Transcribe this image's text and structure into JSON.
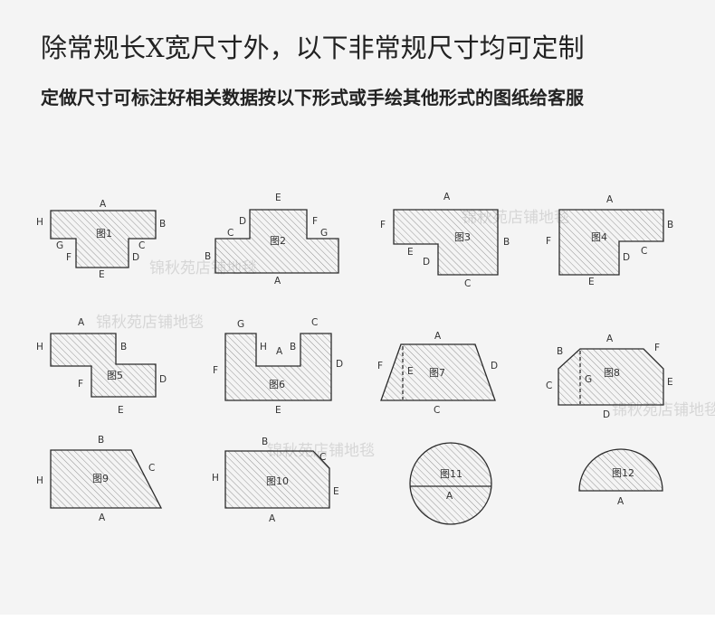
{
  "heading": {
    "title": "除常规长X宽尺寸外，以下非常规尺寸均可定制",
    "subtitle": "定做尺寸可标注好相关数据按以下形式或手绘其他形式的图纸给客服"
  },
  "watermark": "锦秋苑店铺地毯",
  "colors": {
    "stroke": "#2b2b2b",
    "hatch": "#8a8a8a",
    "text": "#222222",
    "watermark": "#d6d6d6"
  },
  "figures": [
    {
      "label": "图1",
      "edges": [
        "A",
        "H",
        "B",
        "G",
        "C",
        "F",
        "D",
        "E"
      ]
    },
    {
      "label": "图2",
      "edges": [
        "E",
        "D",
        "F",
        "C",
        "G",
        "B",
        "A"
      ]
    },
    {
      "label": "图3",
      "edges": [
        "A",
        "F",
        "E",
        "D",
        "B",
        "C"
      ]
    },
    {
      "label": "图4",
      "edges": [
        "A",
        "B",
        "F",
        "C",
        "D",
        "E"
      ]
    },
    {
      "label": "图5",
      "edges": [
        "A",
        "H",
        "B",
        "F",
        "D",
        "E"
      ]
    },
    {
      "label": "图6",
      "edges": [
        "G",
        "C",
        "H",
        "B",
        "A",
        "F",
        "D",
        "E"
      ]
    },
    {
      "label": "图7",
      "edges": [
        "A",
        "F",
        "E",
        "D",
        "C"
      ]
    },
    {
      "label": "图8",
      "edges": [
        "B",
        "A",
        "F",
        "C",
        "G",
        "E",
        "D"
      ]
    },
    {
      "label": "图9",
      "edges": [
        "B",
        "C",
        "H",
        "A"
      ]
    },
    {
      "label": "图10",
      "edges": [
        "B",
        "C",
        "H",
        "E",
        "A"
      ]
    },
    {
      "label": "图11",
      "edges": [
        "A"
      ]
    },
    {
      "label": "图12",
      "edges": [
        "A"
      ]
    }
  ]
}
